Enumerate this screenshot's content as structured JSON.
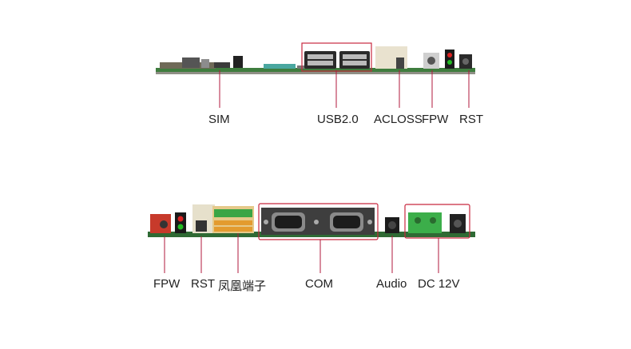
{
  "top_panel": {
    "labels": {
      "sim": "SIM",
      "usb": "USB2.0",
      "acloss": "ACLOSS",
      "fpw": "FPW",
      "rst": "RST"
    }
  },
  "bottom_panel": {
    "labels": {
      "fpw": "FPW",
      "rst": "RST",
      "phoenix": "凤凰端子",
      "com": "COM",
      "audio": "Audio",
      "dc": "DC 12V"
    }
  },
  "colors": {
    "callout_line": "#b0183c",
    "highlight_box": "#c8283f",
    "pcb_green": "#2f6a34",
    "terminal_green": "#3cae4a"
  }
}
